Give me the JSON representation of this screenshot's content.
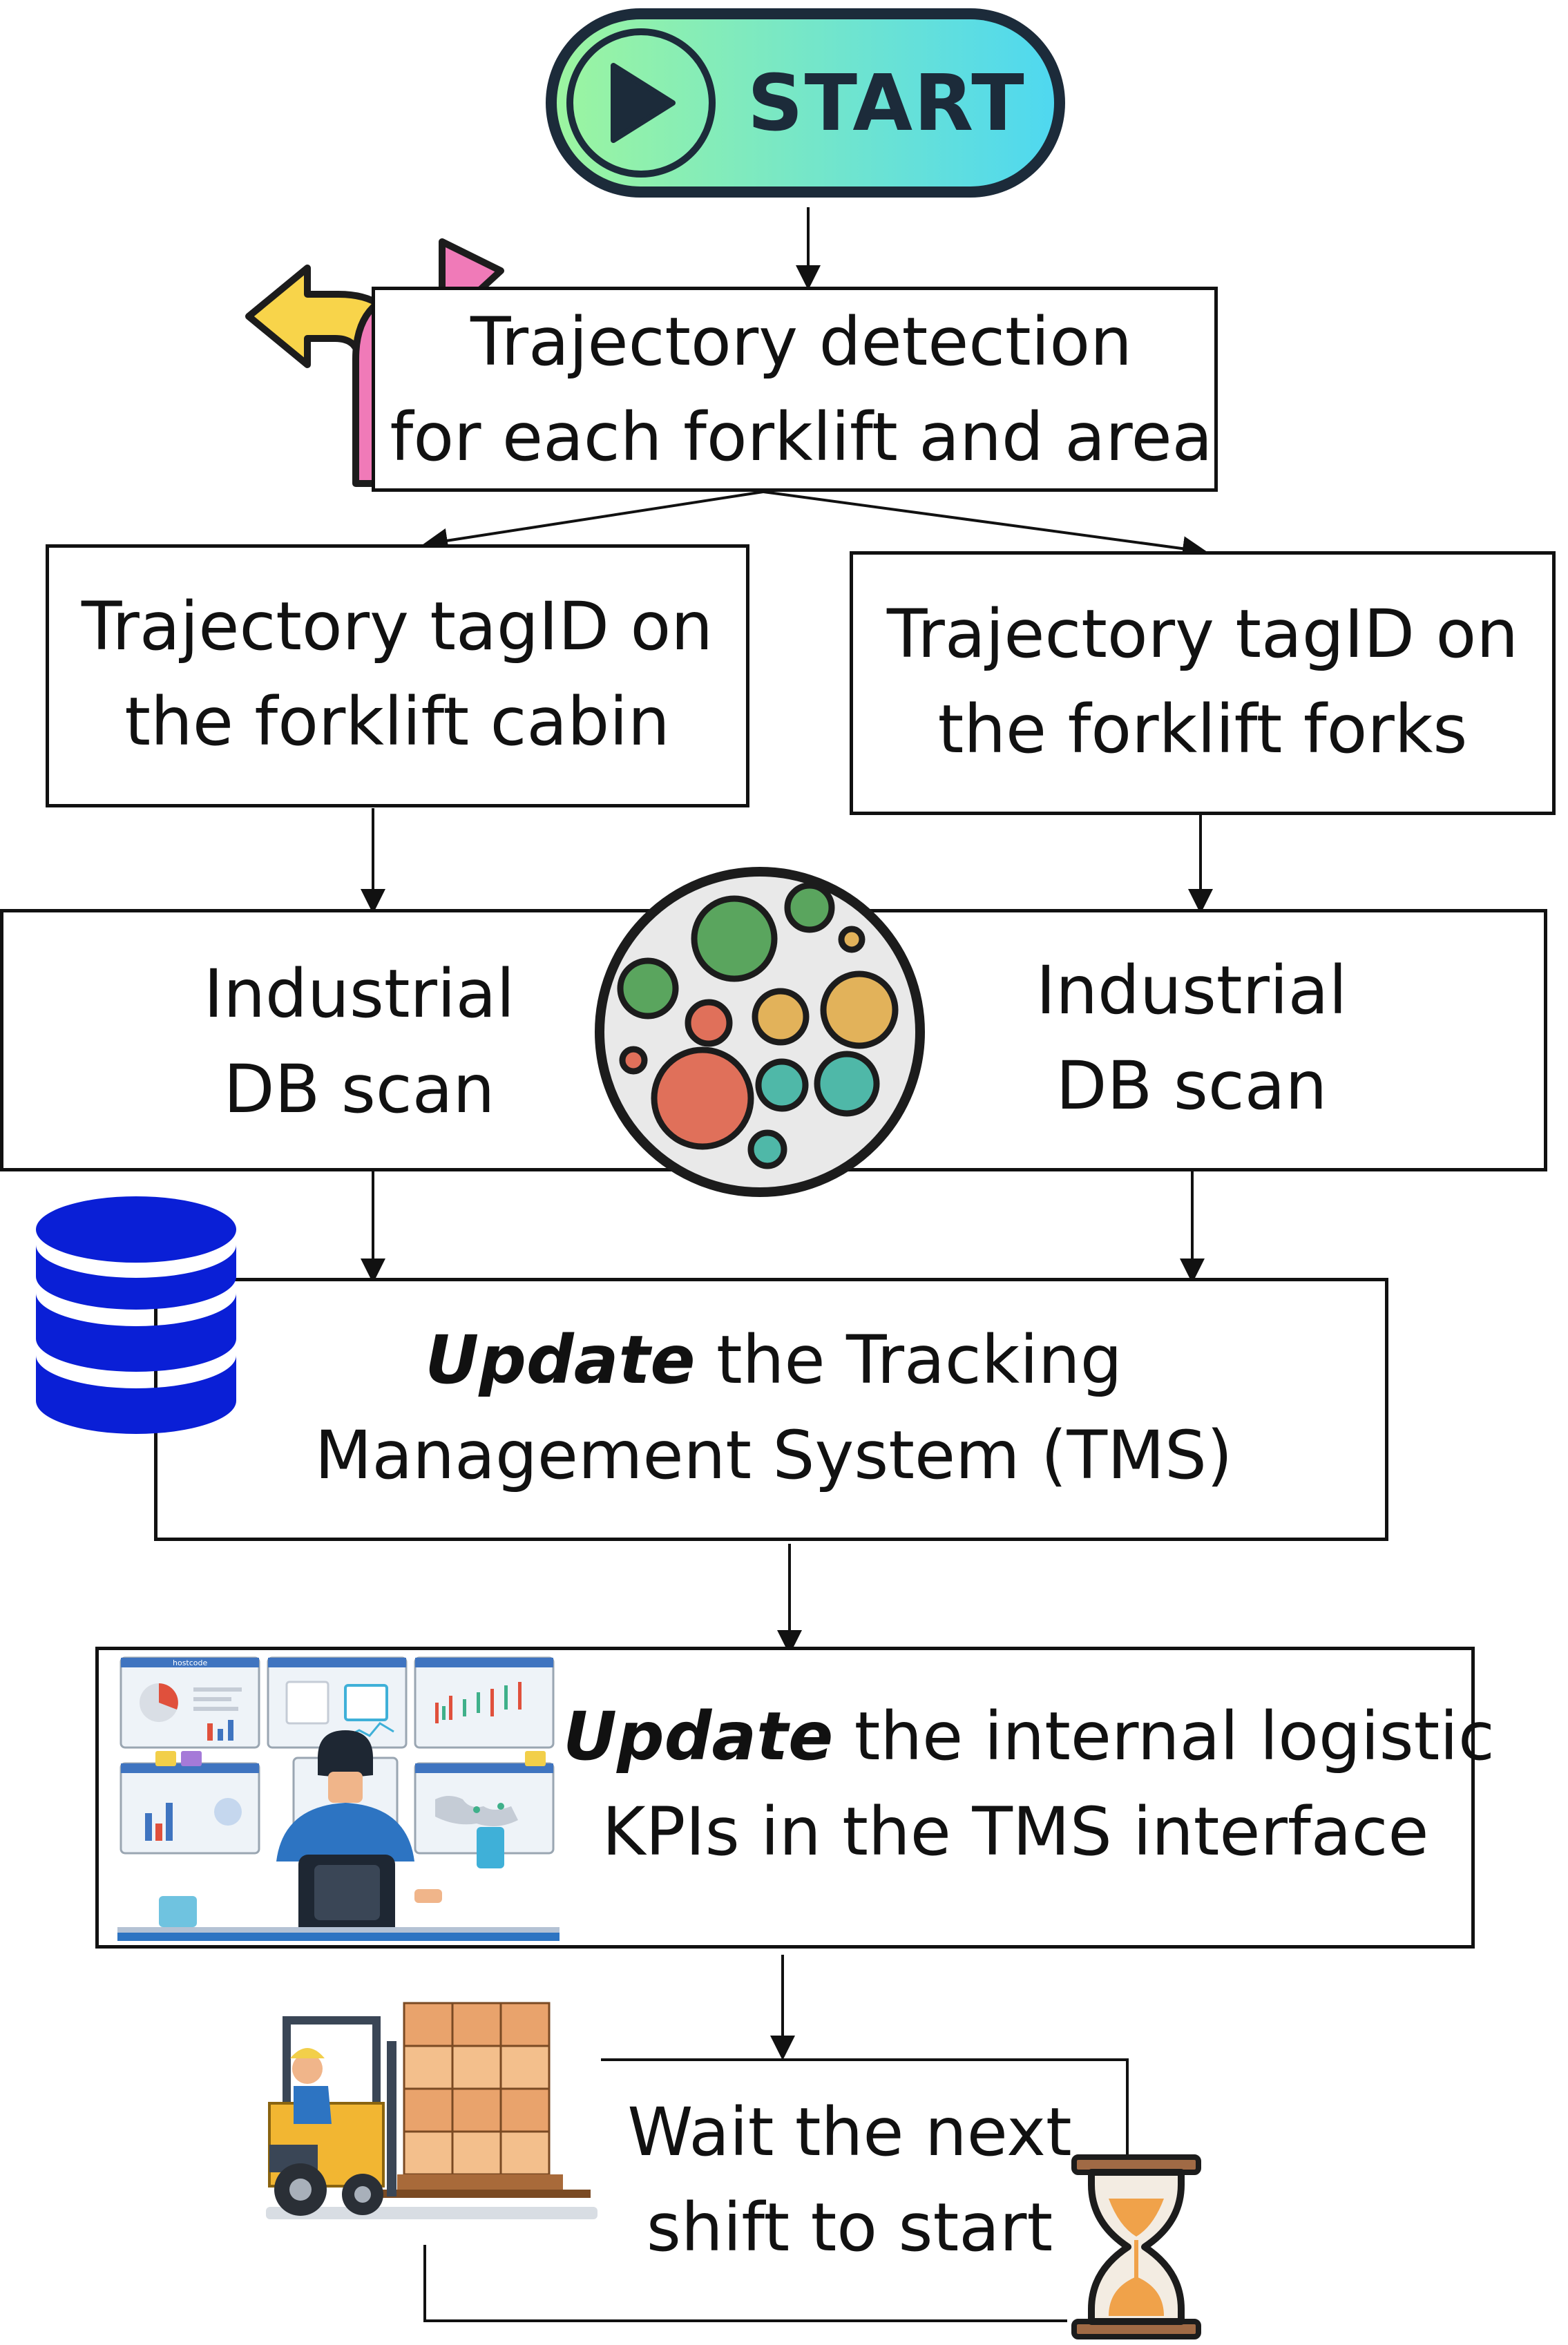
{
  "start": {
    "label": "START",
    "gradient_from": "#9cf5a0",
    "gradient_to": "#4fd8f0"
  },
  "step1": {
    "line1": "Trajectory detection",
    "line2": "for each forklift and area"
  },
  "cabin": {
    "line1": "Trajectory tagID on",
    "line2": "the forklift cabin"
  },
  "forks": {
    "line1": "Trajectory tagID on",
    "line2": "the forklift forks"
  },
  "dbscan_left": {
    "line1": "Industrial",
    "line2": "DB scan"
  },
  "dbscan_right": {
    "line1": "Industrial",
    "line2": "DB scan"
  },
  "tms_update": {
    "emphasis": "Update",
    "line1_rest": " the Tracking",
    "line2": "Management System (TMS)"
  },
  "kpi_update": {
    "emphasis": "Update",
    "line1_rest": " the internal logistic",
    "line2": "KPIs in the TMS interface"
  },
  "wait": {
    "line1": "Wait the next",
    "line2": "shift to start"
  },
  "dashboard_brand": "hostcode",
  "icons": {
    "start": "play-icon",
    "trajectory": "turn-arrows-icon",
    "clusters": "cluster-circles-icon",
    "database": "database-icon",
    "monitoring": "monitoring-operator-icon",
    "forklift": "forklift-icon",
    "hourglass": "hourglass-icon"
  },
  "colors": {
    "database_blue": "#0a1fd6",
    "cluster_green": "#5aa55e",
    "cluster_yellow": "#e2b25a",
    "cluster_red": "#e0705a",
    "cluster_teal": "#4fb8a8",
    "arrow_pink": "#f07ab8",
    "arrow_yellow": "#f8d44a"
  }
}
